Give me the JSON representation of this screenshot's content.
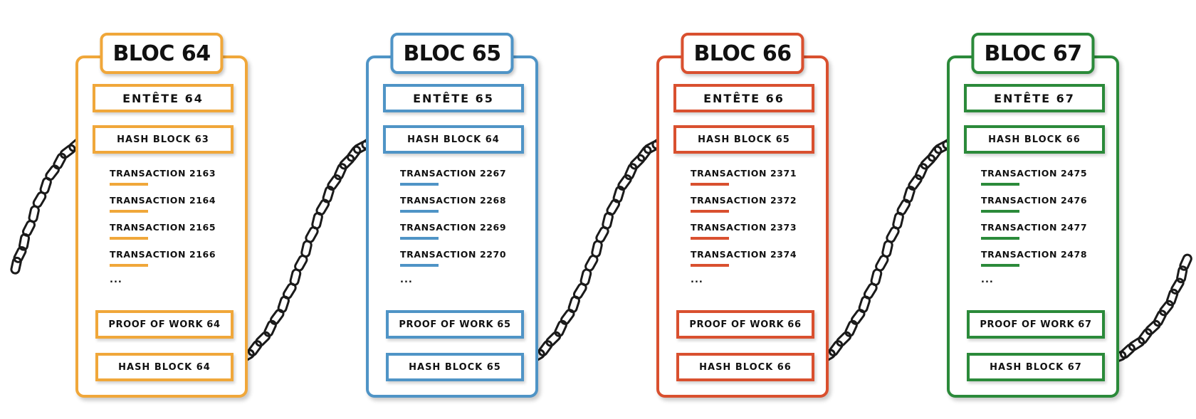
{
  "blocks": [
    {
      "title": "BLOC 64",
      "header": "ENTÊTE 64",
      "prev_hash": "HASH BLOCK 63",
      "transactions": [
        "TRANSACTION 2163",
        "TRANSACTION 2164",
        "TRANSACTION 2165",
        "TRANSACTION 2166"
      ],
      "more": "...",
      "proof_of_work": "PROOF OF WORK 64",
      "hash": "HASH BLOCK 64",
      "color": "#f0a73a"
    },
    {
      "title": "BLOC 65",
      "header": "ENTÊTE 65",
      "prev_hash": "HASH BLOCK 64",
      "transactions": [
        "TRANSACTION 2267",
        "TRANSACTION 2268",
        "TRANSACTION 2269",
        "TRANSACTION 2270"
      ],
      "more": "...",
      "proof_of_work": "PROOF OF WORK 65",
      "hash": "HASH BLOCK 65",
      "color": "#4f94c6"
    },
    {
      "title": "BLOC 66",
      "header": "ENTÊTE 66",
      "prev_hash": "HASH BLOCK 65",
      "transactions": [
        "TRANSACTION 2371",
        "TRANSACTION 2372",
        "TRANSACTION 2373",
        "TRANSACTION 2374"
      ],
      "more": "...",
      "proof_of_work": "PROOF OF WORK 66",
      "hash": "HASH BLOCK 66",
      "color": "#d9502f"
    },
    {
      "title": "BLOC 67",
      "header": "ENTÊTE 67",
      "prev_hash": "HASH BLOCK 66",
      "transactions": [
        "TRANSACTION 2475",
        "TRANSACTION 2476",
        "TRANSACTION 2477",
        "TRANSACTION 2478"
      ],
      "more": "...",
      "proof_of_work": "PROOF OF WORK 67",
      "hash": "HASH BLOCK 67",
      "color": "#2b8a3a"
    }
  ]
}
